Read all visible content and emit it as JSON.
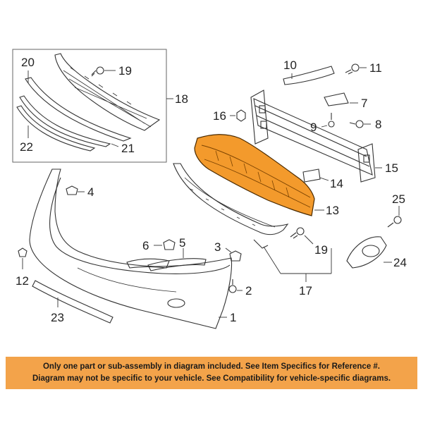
{
  "diagram": {
    "callouts": {
      "c1": "1",
      "c2": "2",
      "c3": "3",
      "c4": "4",
      "c5": "5",
      "c6": "6",
      "c7": "7",
      "c8": "8",
      "c9": "9",
      "c10": "10",
      "c11": "11",
      "c12": "12",
      "c13": "13",
      "c14": "14",
      "c15": "15",
      "c16": "16",
      "c17": "17",
      "c18": "18",
      "c19a": "19",
      "c19b": "19",
      "c20": "20",
      "c21": "21",
      "c22": "22",
      "c23": "23",
      "c24": "24",
      "c25": "25"
    },
    "highlight_color": "#f39a2c"
  },
  "notice": {
    "line1": "Only one part or sub-assembly in diagram included. See Item Specifics for Reference #.",
    "line2": "Diagram may not be specific to your vehicle. See Compatibility for vehicle-specific diagrams.",
    "background": "#f3a34a"
  }
}
